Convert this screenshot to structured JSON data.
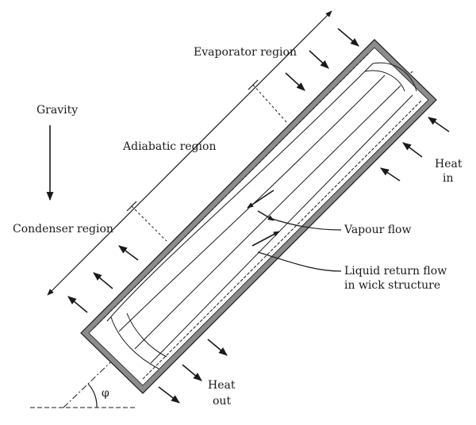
{
  "diagram": {
    "labels": {
      "gravity": "Gravity",
      "evaporator": "Evaporator region",
      "adiabatic": "Adiabatic region",
      "condenser": "Condenser region",
      "heat_in_1": "Heat",
      "heat_in_2": "in",
      "heat_out_1": "Heat",
      "heat_out_2": "out",
      "vapour_flow": "Vapour flow",
      "liquid_return_1": "Liquid return flow",
      "liquid_return_2": "in wick structure",
      "angle": "φ"
    }
  }
}
